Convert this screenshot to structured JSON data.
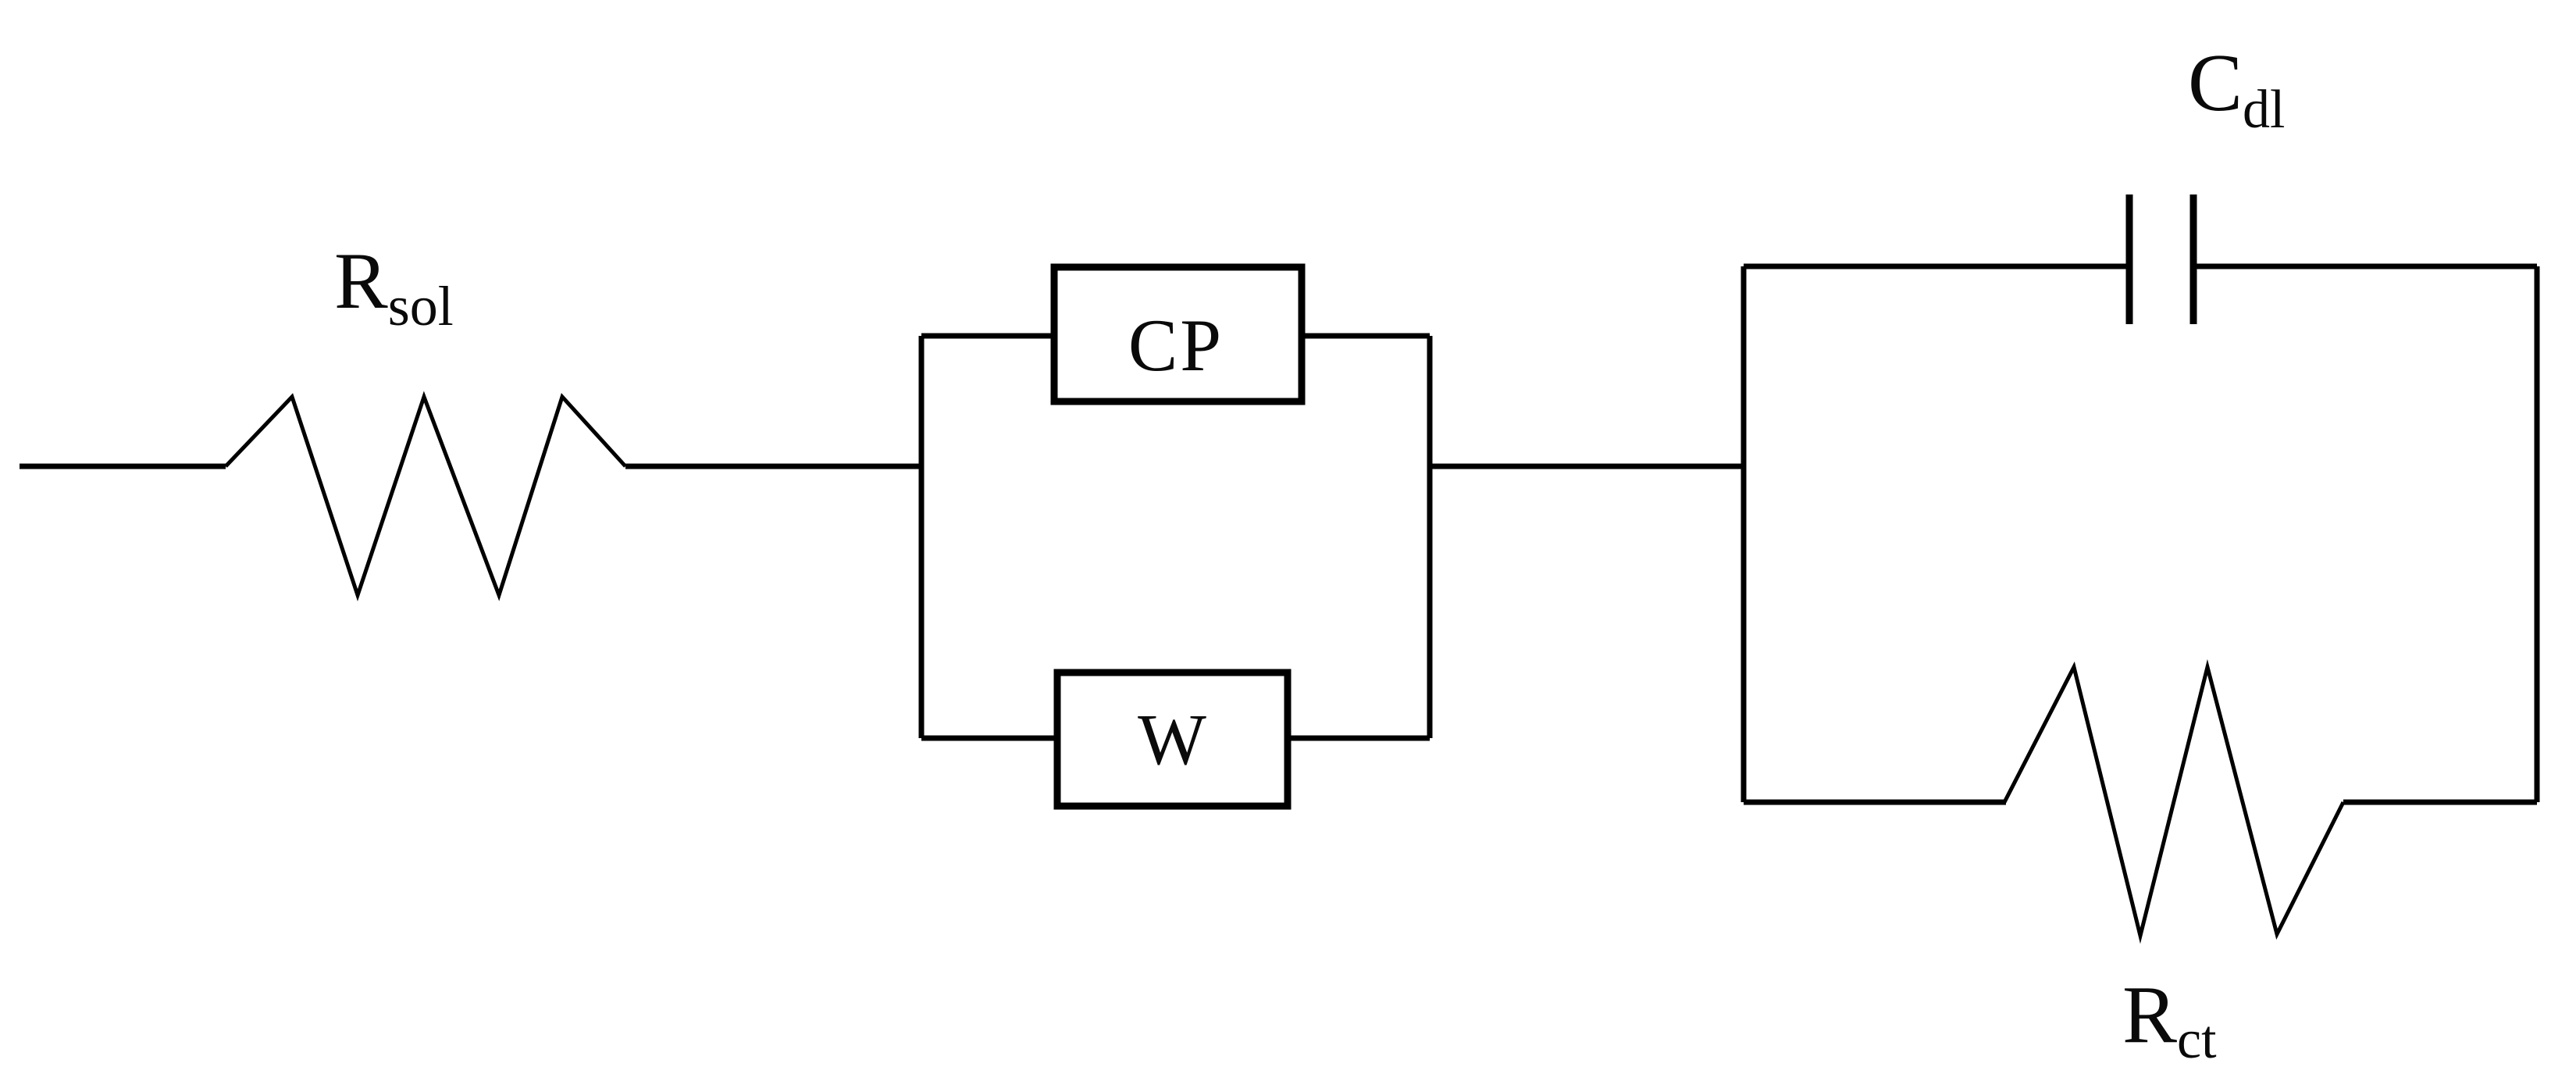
{
  "figure": {
    "kind": "equivalent-circuit-schematic",
    "background_color": "#ffffff",
    "line_color": "#000000"
  },
  "labels": {
    "r_sol": {
      "main": "R",
      "sub": "sol"
    },
    "cp": "CP",
    "w": "W",
    "c_dl": {
      "main": "C",
      "sub": "dl"
    },
    "r_ct": {
      "main": "R",
      "sub": "ct"
    }
  },
  "structure": {
    "series": [
      {
        "element": "resistor-zigzag",
        "label": "R sol"
      },
      {
        "parallel": [
          {
            "element": "labeled-box",
            "label": "CP"
          },
          {
            "element": "labeled-box",
            "label": "W"
          }
        ]
      },
      {
        "parallel": [
          {
            "element": "capacitor-plates",
            "label": "C dl"
          },
          {
            "element": "resistor-zigzag",
            "label": "R ct"
          }
        ]
      }
    ]
  }
}
